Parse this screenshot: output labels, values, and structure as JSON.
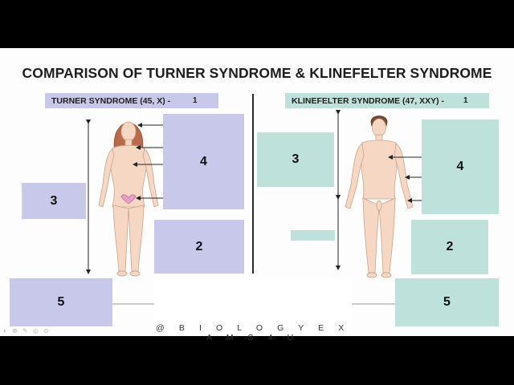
{
  "title": "COMPARISON OF TURNER SYNDROME & KLINEFELTER SYNDROME",
  "turner": {
    "header": "TURNER SYNDROME (45, X) -",
    "header_num": "1",
    "labels": {
      "box3": "3",
      "box4": "4",
      "box2": "2",
      "box5": "5"
    }
  },
  "klinefelter": {
    "header": "KLINEFELTER SYNDROME (47, XXY) -",
    "header_num": "1",
    "labels": {
      "box3": "3",
      "box4": "4",
      "box2": "2",
      "box5": "5"
    }
  },
  "watermark": "@ B I O L O G Y E X A M S 4 U",
  "colors": {
    "lavender": "#c8c8ea",
    "teal": "#bfe1dc",
    "skin": "#f6d7c3",
    "hair_female": "#b86a4a",
    "hair_male": "#7a4a34"
  }
}
